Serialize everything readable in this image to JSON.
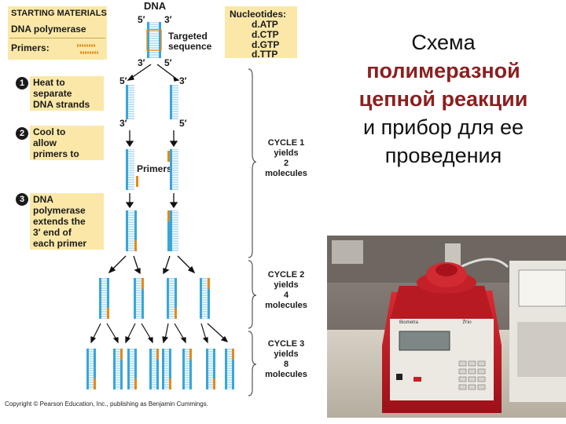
{
  "starting_materials": {
    "header": "STARTING MATERIALS",
    "dna_polymerase": "DNA polymerase",
    "primers": "Primers:"
  },
  "dna": {
    "label": "DNA",
    "five_prime": "5′",
    "three_prime": "3′",
    "targeted_sequence": "Targeted\nsequence"
  },
  "nucleotides": {
    "header": "Nucleotides:",
    "items": [
      "d.ATP",
      "d.CTP",
      "d.GTP",
      "d.TTP"
    ]
  },
  "steps": [
    {
      "num": "1",
      "text": "Heat to\nseparate\nDNA strands"
    },
    {
      "num": "2",
      "text": "Cool to\nallow\nprimers to"
    },
    {
      "num": "3",
      "text": "DNA\npolymerase\nextends the\n3′ end of\neach primer"
    }
  ],
  "primers_label": "Primers",
  "cycles": [
    "CYCLE 1\nyields\n2\nmolecules",
    "CYCLE 2\nyields\n4\nmolecules",
    "CYCLE 3\nyields\n8\nmolecules"
  ],
  "copyright": "Copyright © Pearson Education, Inc., publishing as Benjamin Cummings.",
  "slide_title": {
    "line1": "Схема",
    "line2": "полимеразной",
    "line3": "цепной реакции",
    "line4": "и прибор для ее",
    "line5": "проведения"
  },
  "device": {
    "brand_left": "Biometra",
    "brand_right": "Trio"
  },
  "colors": {
    "strand_blue": "#3aa6d8",
    "primer_orange": "#e58a1a",
    "label_bg": "#fbe8a8",
    "title_accent": "#8b1f1f",
    "device_red": "#c8202a"
  }
}
